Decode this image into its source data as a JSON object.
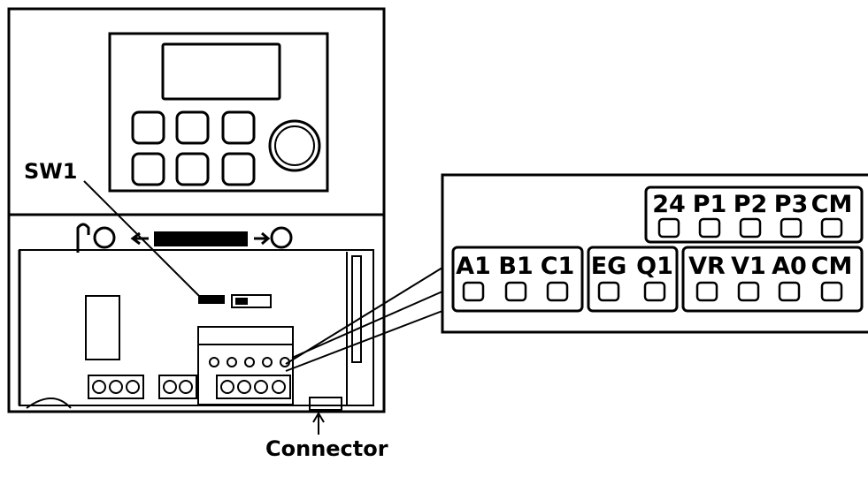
{
  "labels": {
    "switch": "SW1",
    "connector": "Connector"
  },
  "terminal_rows": {
    "top": [
      "24",
      "P1",
      "P2",
      "P3",
      "CM"
    ],
    "bottom_groups": [
      [
        "A1",
        "B1",
        "C1"
      ],
      [
        "EG",
        "Q1"
      ],
      [
        "VR",
        "V1",
        "A0",
        "CM"
      ]
    ]
  },
  "colors": {
    "line": "#000000",
    "background": "#ffffff"
  }
}
